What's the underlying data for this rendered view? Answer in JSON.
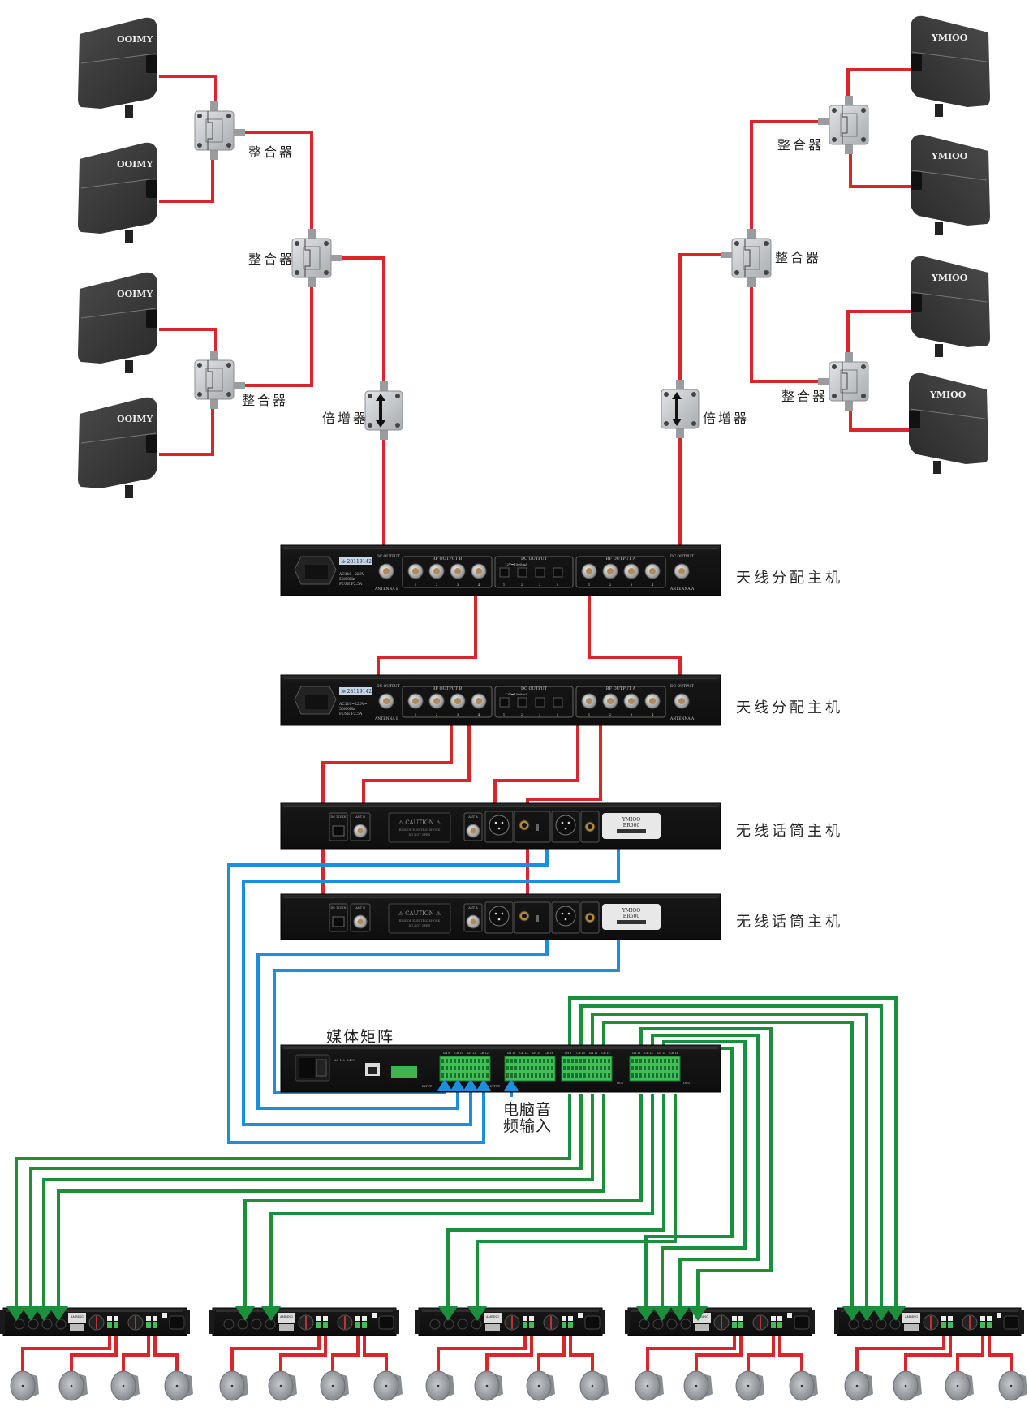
{
  "diagram": {
    "title": "",
    "colors": {
      "rf_cable": "#d9262b",
      "audio_in_cable": "#1b8fdd",
      "audio_out_cable": "#1a8f3c",
      "speaker_cable": "#d9262b",
      "device_body": "#1c1c1c",
      "antenna_body": "#3a3a3a",
      "metal": "#c9cbce"
    },
    "antennas": {
      "left_brand": "OOIMY",
      "right_brand": "YMIOO",
      "count_per_side": 4
    },
    "labels": {
      "combiner": "整合器",
      "booster": "倍增器",
      "antenna_distributor": "天线分配主机",
      "wireless_receiver": "无线话筒主机",
      "media_matrix": "媒体矩阵",
      "pc_audio_input_line1": "电脑音",
      "pc_audio_input_line2": "频输入"
    },
    "distributor_panel": {
      "serial": "№ 28119142",
      "dc_output_b": "DC OUTPUT 12V⎓150mA",
      "antenna_b": "ANTENNA B",
      "rf_output_b": "RF OUTPUT B",
      "dc_output": "DC OUTPUT",
      "dc_rating": "12V⎓1000mA",
      "rf_output_a": "RF OUTPUT A",
      "dc_output_a": "DC OUTPUT 12V⎓150mA",
      "antenna_a": "ANTENNA A",
      "power_rating": "AC110~220V~ 50/60Hz FUSE F2.5A",
      "port_numbers": [
        "1",
        "2",
        "3",
        "4"
      ]
    },
    "receiver_panel": {
      "caution_title": "CAUTION",
      "caution_line1": "RISK OF ELECTRIC SHOCK",
      "caution_line2": "DO NOT OPEN",
      "model_brand": "YMIOO",
      "model": "BR600",
      "dc_in": "DC 12V IN",
      "ant_b": "ANT B",
      "ant_a": "ANT A"
    },
    "matrix_panel": {
      "input_label": "INPUT",
      "output_label": "OUT",
      "input_channels_1": [
        "CH 9",
        "CH 10",
        "CH 11",
        "CH 12"
      ],
      "input_channels_2": [
        "CH 13",
        "CH 14",
        "CH 15",
        "CH 16"
      ],
      "output_channels_1": [
        "CH 9",
        "CH 10",
        "CH 11",
        "CH 12"
      ],
      "output_channels_2": [
        "CH 13",
        "CH 14",
        "CH 15",
        "CH 16"
      ],
      "bottom_channels": [
        "CH 5",
        "CH 6",
        "CH 7",
        "CH 8"
      ]
    },
    "amplifiers": {
      "count": 5,
      "brand": "AMBING"
    },
    "speakers": {
      "per_amplifier": 4
    }
  }
}
